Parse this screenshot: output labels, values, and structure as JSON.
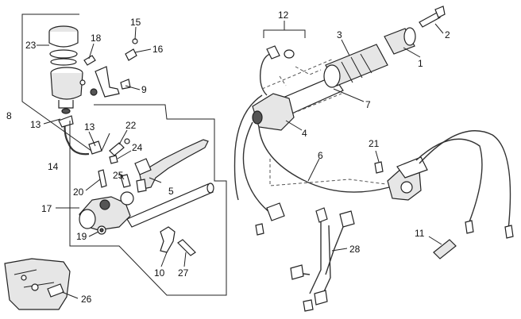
{
  "diagram": {
    "labels": {
      "l1": "1",
      "l2": "2",
      "l3": "3",
      "l4": "4",
      "l5": "5",
      "l6": "6",
      "l7": "7",
      "l8": "8",
      "l9": "9",
      "l10": "10",
      "l11": "11",
      "l12": "12",
      "l13a": "13",
      "l13b": "13",
      "l14": "14",
      "l15": "15",
      "l16": "16",
      "l17": "17",
      "l18": "18",
      "l19": "19",
      "l20": "20",
      "l21": "21",
      "l22": "22",
      "l23": "23",
      "l24": "24",
      "l25": "25",
      "l26": "26",
      "l27": "27",
      "l28": "28"
    }
  }
}
